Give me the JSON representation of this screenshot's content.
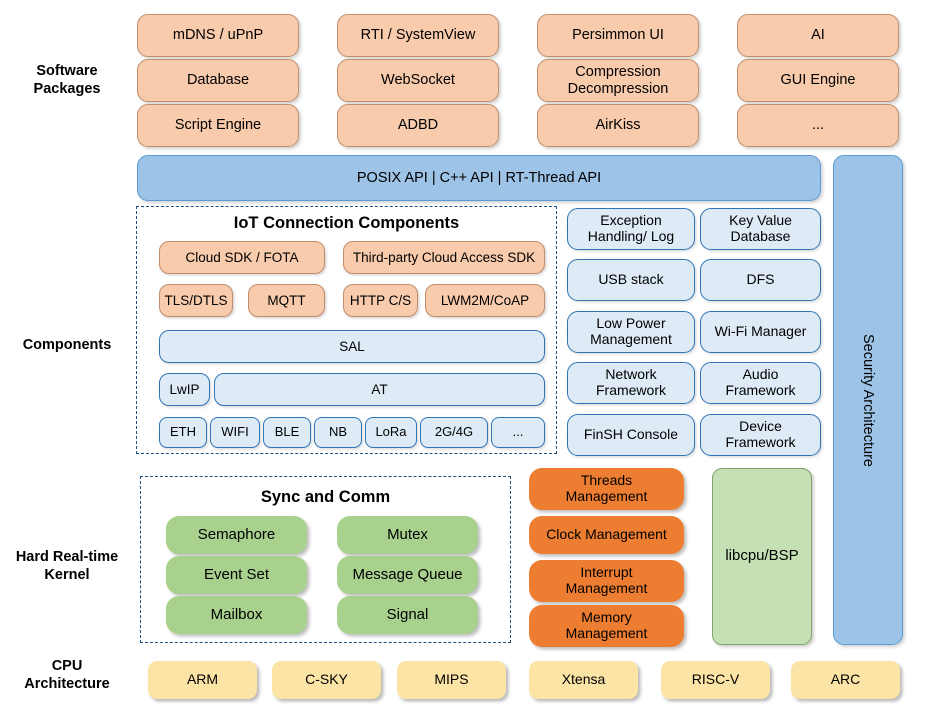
{
  "rows": {
    "software_packages_label": "Software\nPackages",
    "components_label": "Components",
    "kernel_label": "Hard Real-time\nKernel",
    "cpu_label": "CPU\nArchitecture"
  },
  "colors": {
    "package_orange": "#F8CBAD",
    "api_blue": "#9DC3E6",
    "component_light_blue": "#DEEBF7",
    "kernel_green": "#A9D18E",
    "kernel_orange": "#ED7D31",
    "libcpu_green": "#C5E0B4",
    "cpu_yellow": "#FCE4A6",
    "dash_border": "#1F4E79"
  },
  "software_packages": {
    "columns": [
      [
        "mDNS / uPnP",
        "Database",
        "Script Engine"
      ],
      [
        "RTI / SystemView",
        "WebSocket",
        "ADBD"
      ],
      [
        "Persimmon UI",
        "Compression\nDecompression",
        "AirKiss"
      ],
      [
        "AI",
        "GUI Engine",
        "..."
      ]
    ]
  },
  "api_bar": {
    "label": "POSIX API  |  C++ API  |  RT-Thread API"
  },
  "security": {
    "label": "Security Architecture"
  },
  "iot": {
    "title": "IoT Connection Components",
    "row1": [
      "Cloud SDK / FOTA",
      "Third-party Cloud Access SDK"
    ],
    "row2": [
      "TLS/DTLS",
      "MQTT",
      "HTTP C/S",
      "LWM2M/CoAP"
    ],
    "sal": "SAL",
    "row4": [
      "LwIP",
      "AT"
    ],
    "row5": [
      "ETH",
      "WIFI",
      "BLE",
      "NB",
      "LoRa",
      "2G/4G",
      "..."
    ]
  },
  "components_grid": {
    "rows": [
      [
        "Exception\nHandling/ Log",
        "Key Value\nDatabase"
      ],
      [
        "USB stack",
        "DFS"
      ],
      [
        "Low Power\nManagement",
        "Wi-Fi Manager"
      ],
      [
        "Network\nFramework",
        "Audio\nFramework"
      ],
      [
        "FinSH Console",
        "Device\nFramework"
      ]
    ]
  },
  "kernel": {
    "sync_title": "Sync and Comm",
    "sync_items": [
      [
        "Semaphore",
        "Mutex"
      ],
      [
        "Event Set",
        "Message Queue"
      ],
      [
        "Mailbox",
        "Signal"
      ]
    ],
    "management": [
      "Threads\nManagement",
      "Clock Management",
      "Interrupt\nManagement",
      "Memory\nManagement"
    ],
    "libcpu": "libcpu/BSP"
  },
  "cpu_architecture": {
    "items": [
      "ARM",
      "C-SKY",
      "MIPS",
      "Xtensa",
      "RISC-V",
      "ARC"
    ]
  }
}
